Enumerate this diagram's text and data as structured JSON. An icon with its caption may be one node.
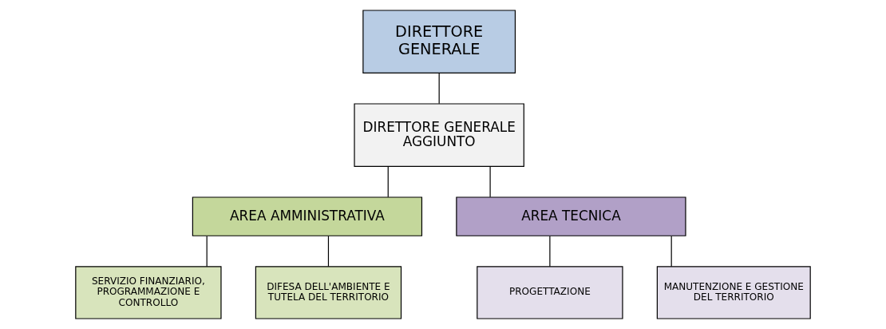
{
  "diagram": {
    "nodes": [
      {
        "text": [
          "DIRETTORE GENERALE"
        ]
      },
      {
        "text": [
          "DIRETTORE GENERALE AGGIUNTO"
        ]
      },
      {
        "text": [
          "AREA AMMINISTRATIVA"
        ]
      },
      {
        "text": [
          "AREA TECNICA"
        ]
      },
      {
        "text": [
          "SERVIZIO FINANZIARIO, PROGRAMMAZIONE E CONTROLLO"
        ]
      },
      {
        "text": [
          "DIFESA DELL'AMBIENTE E TUTELA DEL TERRITORIO"
        ]
      },
      {
        "text": [
          "PROGETTAZIONE"
        ]
      },
      {
        "text": [
          "MANUTENZIONE E GESTIONE DEL TERRITORIO"
        ]
      }
    ],
    "edges": [
      {
        "from": 0,
        "to": 1,
        "arrow": "none"
      },
      {
        "from": 1,
        "to": 2,
        "arrow": "none"
      },
      {
        "from": 1,
        "to": 3,
        "arrow": "none"
      },
      {
        "from": 2,
        "to": 4,
        "arrow": "none"
      },
      {
        "from": 2,
        "to": 5,
        "arrow": "none"
      },
      {
        "from": 3,
        "to": 6,
        "arrow": "none"
      },
      {
        "from": 3,
        "to": 7,
        "arrow": "none"
      }
    ]
  }
}
